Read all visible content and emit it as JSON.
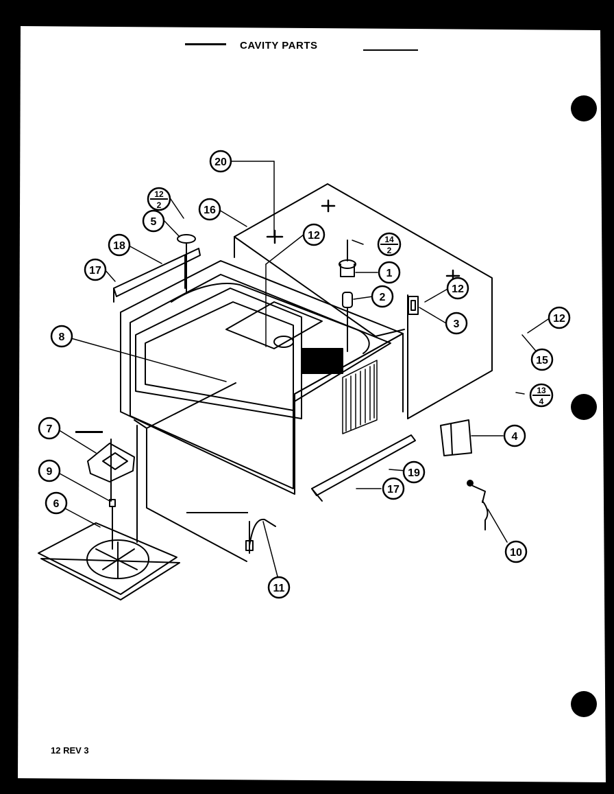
{
  "page": {
    "title": "CAVITY PARTS",
    "footer": "12 REV 3"
  },
  "callouts": [
    {
      "id": "c20",
      "label": "20"
    },
    {
      "id": "c16",
      "label": "16"
    },
    {
      "id": "c5",
      "label": "5"
    },
    {
      "id": "c18",
      "label": "18"
    },
    {
      "id": "c17a",
      "label": "17"
    },
    {
      "id": "c12a",
      "label": "12"
    },
    {
      "id": "c1",
      "label": "1"
    },
    {
      "id": "c2",
      "label": "2"
    },
    {
      "id": "c12b",
      "label": "12"
    },
    {
      "id": "c3",
      "label": "3"
    },
    {
      "id": "c12c",
      "label": "12"
    },
    {
      "id": "c15",
      "label": "15"
    },
    {
      "id": "c8",
      "label": "8"
    },
    {
      "id": "c4",
      "label": "4"
    },
    {
      "id": "c7",
      "label": "7"
    },
    {
      "id": "c19",
      "label": "19"
    },
    {
      "id": "c9",
      "label": "9"
    },
    {
      "id": "c17b",
      "label": "17"
    },
    {
      "id": "c6",
      "label": "6"
    },
    {
      "id": "c10",
      "label": "10"
    },
    {
      "id": "c11",
      "label": "11"
    }
  ],
  "fraction_callouts": [
    {
      "id": "f12-2",
      "top": "12",
      "bottom": "2"
    },
    {
      "id": "f14-2",
      "top": "14",
      "bottom": "2"
    },
    {
      "id": "f13-4",
      "top": "13",
      "bottom": "4"
    }
  ],
  "colors": {
    "paper": "#ffffff",
    "ink": "#000000",
    "background": "#000000"
  }
}
